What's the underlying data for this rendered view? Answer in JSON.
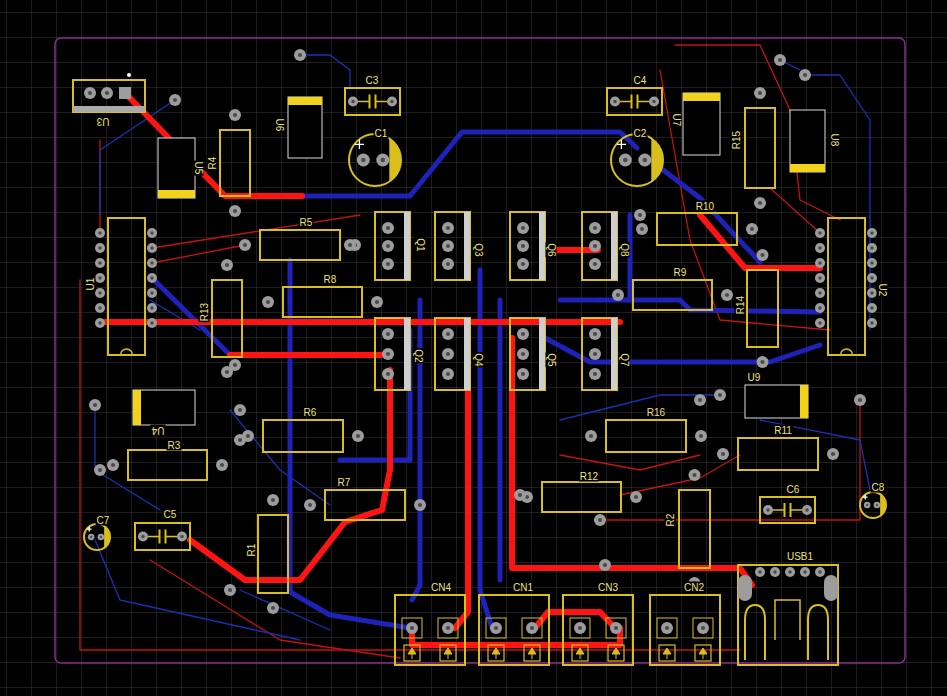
{
  "diagram": {
    "labels": [
      "U3",
      "U5",
      "R4",
      "U6",
      "C3",
      "C1",
      "C4",
      "C2",
      "U7",
      "R15",
      "U8",
      "R5",
      "R10",
      "R8",
      "R9",
      "U1",
      "R13",
      "Q1",
      "Q3",
      "Q6",
      "Q8",
      "Q2",
      "Q4",
      "Q5",
      "Q7",
      "R14",
      "U2",
      "U4",
      "R3",
      "R6",
      "U9",
      "R16",
      "R11",
      "R7",
      "R12",
      "C6",
      "C8",
      "C7",
      "C5",
      "R1",
      "R2",
      "USB1",
      "CN4",
      "CN1",
      "CN3",
      "CN2"
    ]
  }
}
